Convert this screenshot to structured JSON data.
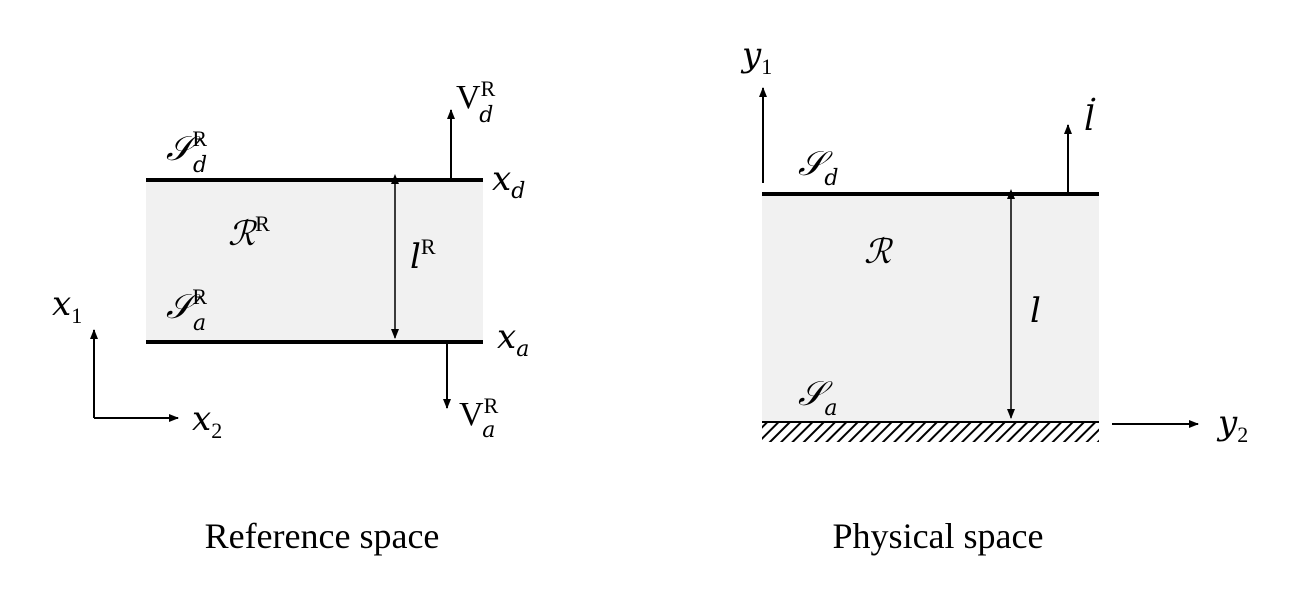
{
  "colors": {
    "region_fill": "#f1f1f1",
    "stroke": "#000000"
  },
  "reference": {
    "caption": "Reference space",
    "top_surface": {
      "symbol": "𝒮",
      "sub": "d",
      "sup": "R"
    },
    "bottom_surface": {
      "symbol": "𝒮",
      "sub": "a",
      "sup": "R"
    },
    "region": {
      "symbol": "ℛ",
      "sup": "R"
    },
    "thickness": {
      "symbol": "l",
      "sup": "R"
    },
    "top_coord": {
      "symbol": "x",
      "sub": "d"
    },
    "bottom_coord": {
      "symbol": "x",
      "sub": "a"
    },
    "top_velocity": {
      "symbol": "V",
      "sub": "d",
      "sup": "R"
    },
    "bottom_velocity": {
      "symbol": "V",
      "sub": "a",
      "sup": "R"
    },
    "axis_vertical": {
      "symbol": "x",
      "sub": "1"
    },
    "axis_horizontal": {
      "symbol": "x",
      "sub": "2"
    }
  },
  "physical": {
    "caption": "Physical space",
    "top_surface": {
      "symbol": "𝒮",
      "sub": "d"
    },
    "bottom_surface": {
      "symbol": "𝒮",
      "sub": "a"
    },
    "region": {
      "symbol": "ℛ"
    },
    "thickness": {
      "symbol": "l"
    },
    "velocity": {
      "symbol": "l̇"
    },
    "axis_vertical": {
      "symbol": "y",
      "sub": "1"
    },
    "axis_horizontal": {
      "symbol": "y",
      "sub": "2"
    }
  }
}
